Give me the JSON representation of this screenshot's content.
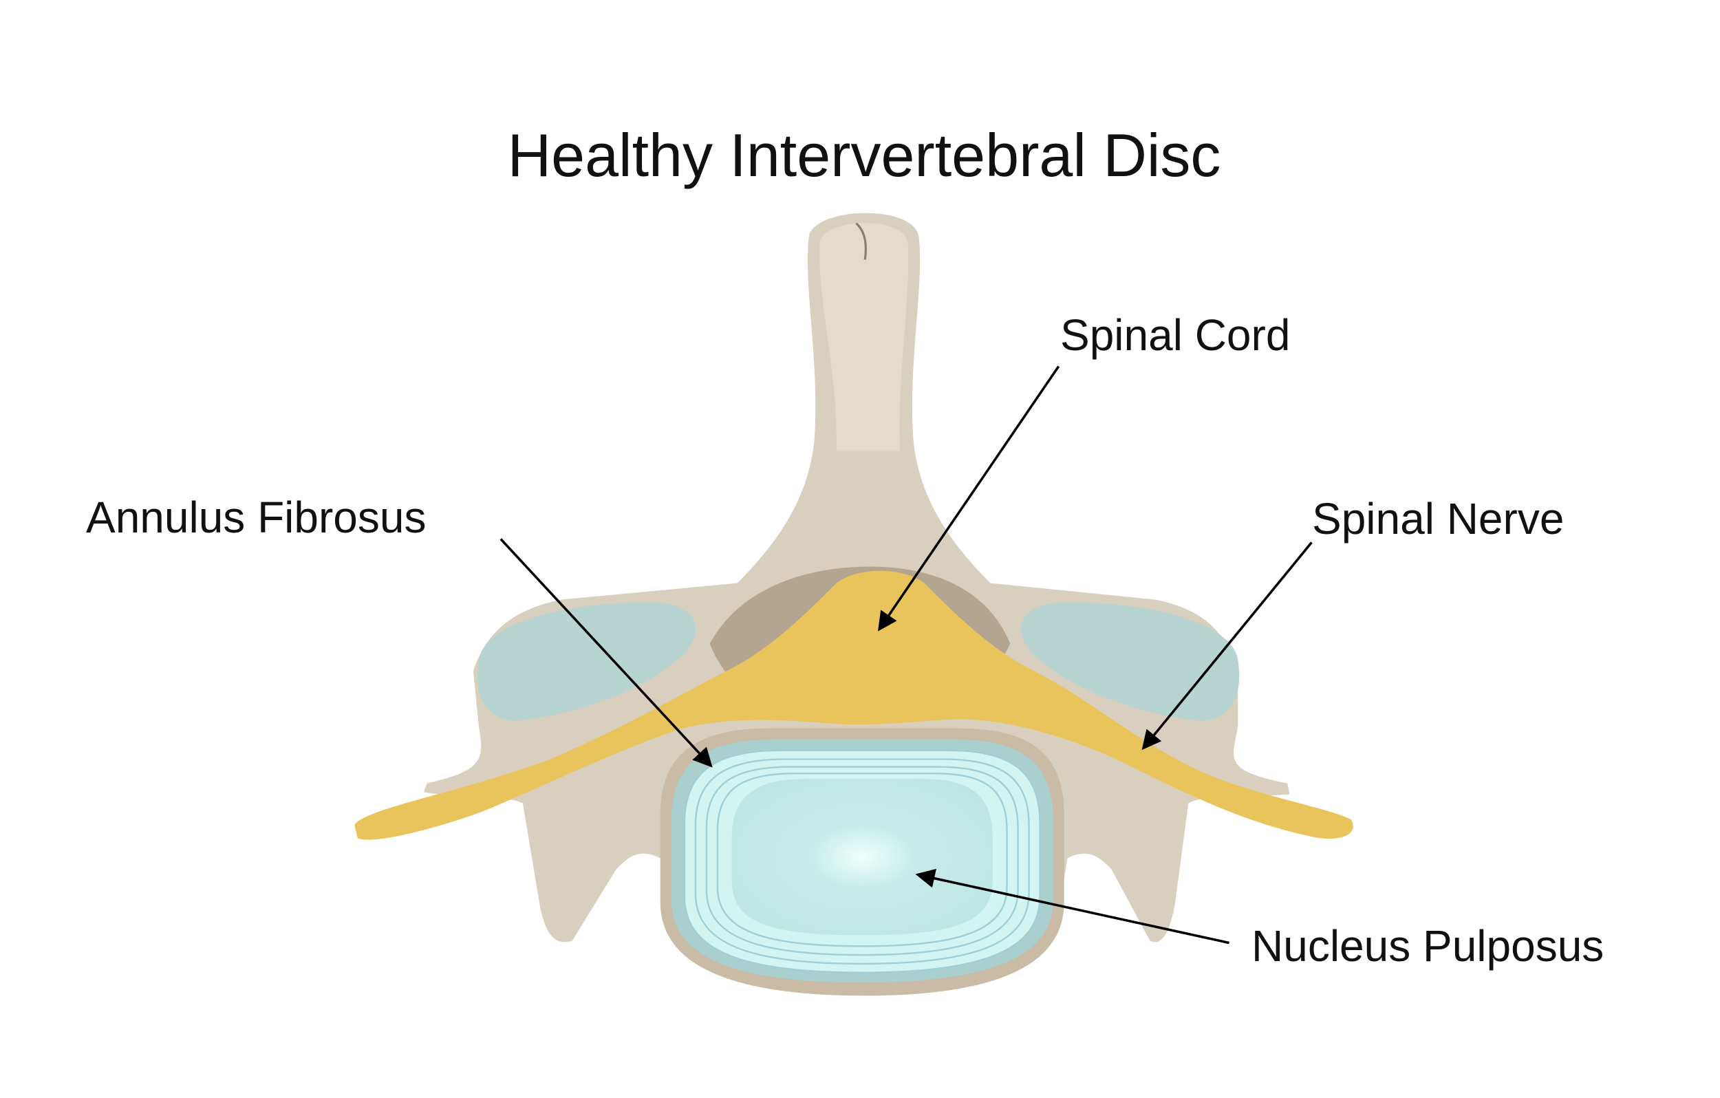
{
  "title": "Healthy Intervertebral Disc",
  "labels": {
    "spinal_cord": "Spinal Cord",
    "annulus_fibrosus": "Annulus Fibrosus",
    "spinal_nerve": "Spinal Nerve",
    "nucleus_pulposus": "Nucleus Pulposus"
  },
  "colors": {
    "bone": "#d9cfbf",
    "facet": "#b8d4d1",
    "nerve": "#e9c45c",
    "disc": "#c2e8e6",
    "canal": "#b3a58f"
  }
}
